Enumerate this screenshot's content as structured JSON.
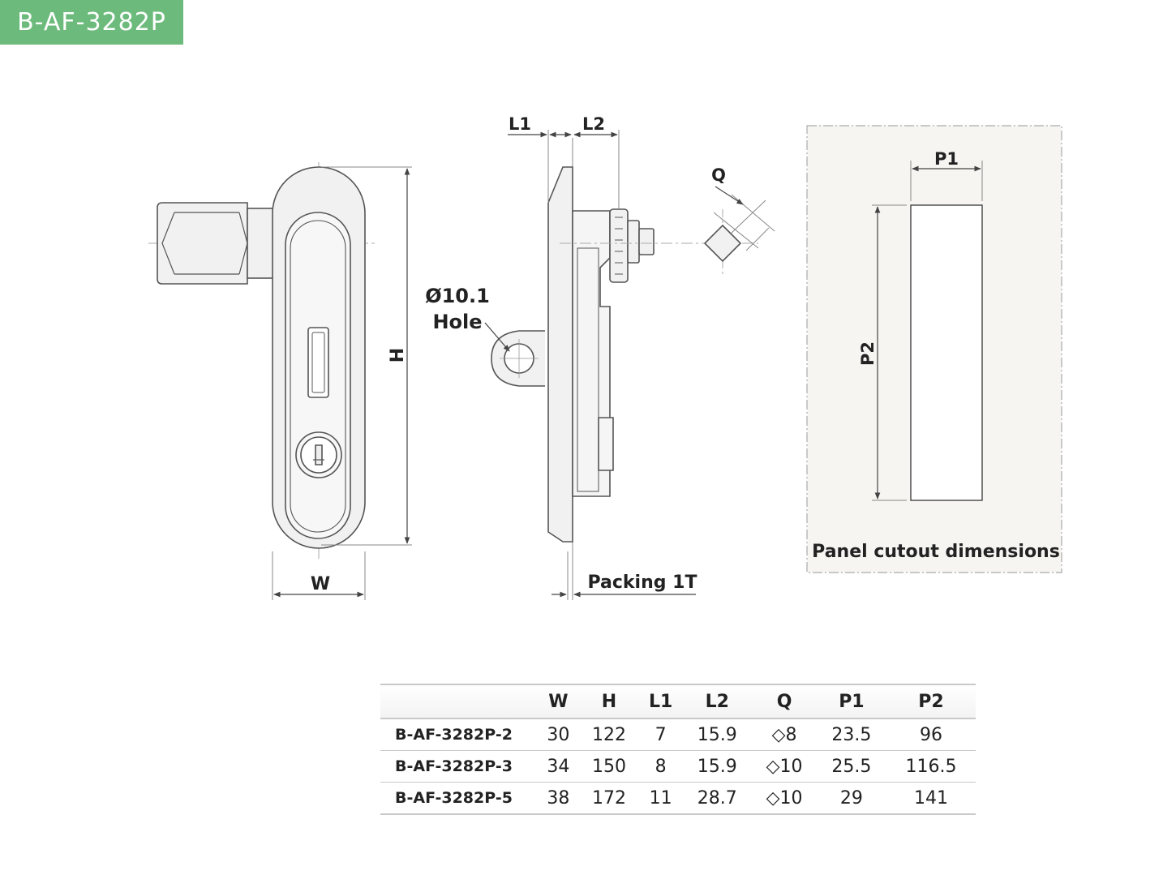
{
  "badge": {
    "text": "B-AF-3282P",
    "color": "#6dbb7c"
  },
  "labels": {
    "l1": "L1",
    "l2": "L2",
    "q": "Q",
    "hole_size": "Ø10.1",
    "hole": "Hole",
    "h": "H",
    "w": "W",
    "packing": "Packing 1T",
    "p1": "P1",
    "p2": "P2",
    "panel_caption": "Panel cutout dimensions"
  },
  "table": {
    "headers": [
      "",
      "W",
      "H",
      "L1",
      "L2",
      "Q",
      "P1",
      "P2"
    ],
    "rows": [
      [
        "B-AF-3282P-2",
        "30",
        "122",
        "7",
        "15.9",
        "◇8",
        "23.5",
        "96"
      ],
      [
        "B-AF-3282P-3",
        "34",
        "150",
        "8",
        "15.9",
        "◇10",
        "25.5",
        "116.5"
      ],
      [
        "B-AF-3282P-5",
        "38",
        "172",
        "11",
        "28.7",
        "◇10",
        "29",
        "141"
      ]
    ]
  },
  "colors": {
    "panel_bg": "#f6f5f2",
    "line": "#555555",
    "fill": "#f1f1f1"
  }
}
